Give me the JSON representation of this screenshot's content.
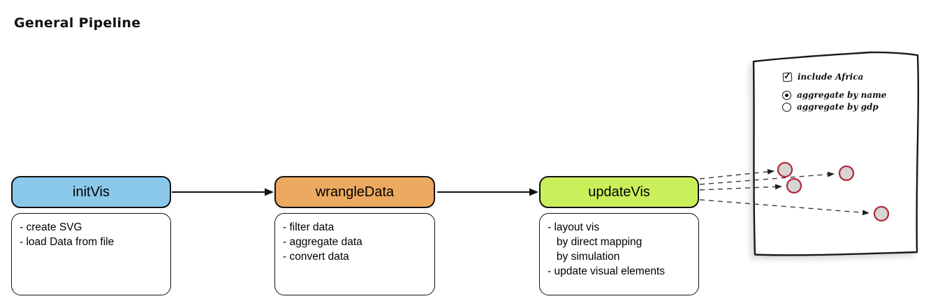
{
  "title": "General Pipeline",
  "stages": [
    {
      "label": "initVis",
      "color": "#8ac9e9",
      "items": [
        "- create SVG",
        "- load Data from file"
      ]
    },
    {
      "label": "wrangleData",
      "color": "#ecaa60",
      "items": [
        "- filter data",
        "- aggregate data",
        "- convert data"
      ]
    },
    {
      "label": "updateVis",
      "color": "#c9ef5a",
      "items": [
        "- layout vis",
        "   by direct mapping",
        "   by simulation",
        "- update visual elements"
      ]
    }
  ],
  "sketch_panel": {
    "checkbox": {
      "label": "include Africa",
      "checked": true
    },
    "radios": [
      {
        "label": "aggregate by name",
        "selected": true
      },
      {
        "label": "aggregate by gdp",
        "selected": false
      }
    ],
    "circle_fill": "#d5d5d5",
    "circle_border": "#b5283b"
  }
}
